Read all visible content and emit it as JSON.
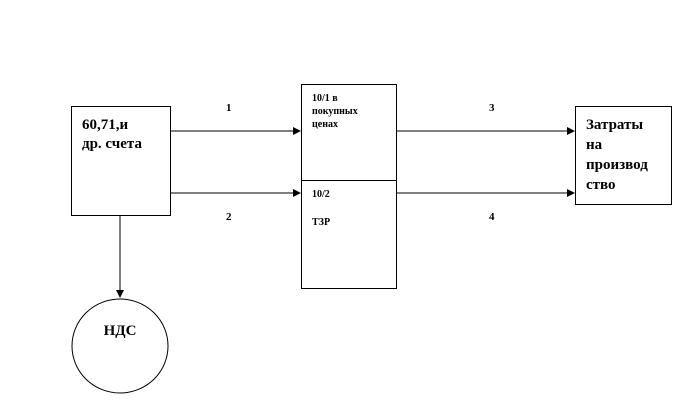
{
  "nodes": {
    "source_accounts": "60,71,и\nдр. счета",
    "account_10_1": "10/1 в\nпокупных\nценах",
    "account_10_2_code": "10/2",
    "account_10_2_name": "ТЗР",
    "production_costs": "Затраты\nна\nпроизвод\nство",
    "vat": "НДС"
  },
  "edges": [
    {
      "label": "1",
      "from": "source_accounts",
      "to": "account_10_1"
    },
    {
      "label": "2",
      "from": "source_accounts",
      "to": "account_10_2"
    },
    {
      "label": "3",
      "from": "account_10_1",
      "to": "production_costs"
    },
    {
      "label": "4",
      "from": "account_10_2",
      "to": "production_costs"
    },
    {
      "label": "",
      "from": "source_accounts",
      "to": "vat"
    }
  ]
}
